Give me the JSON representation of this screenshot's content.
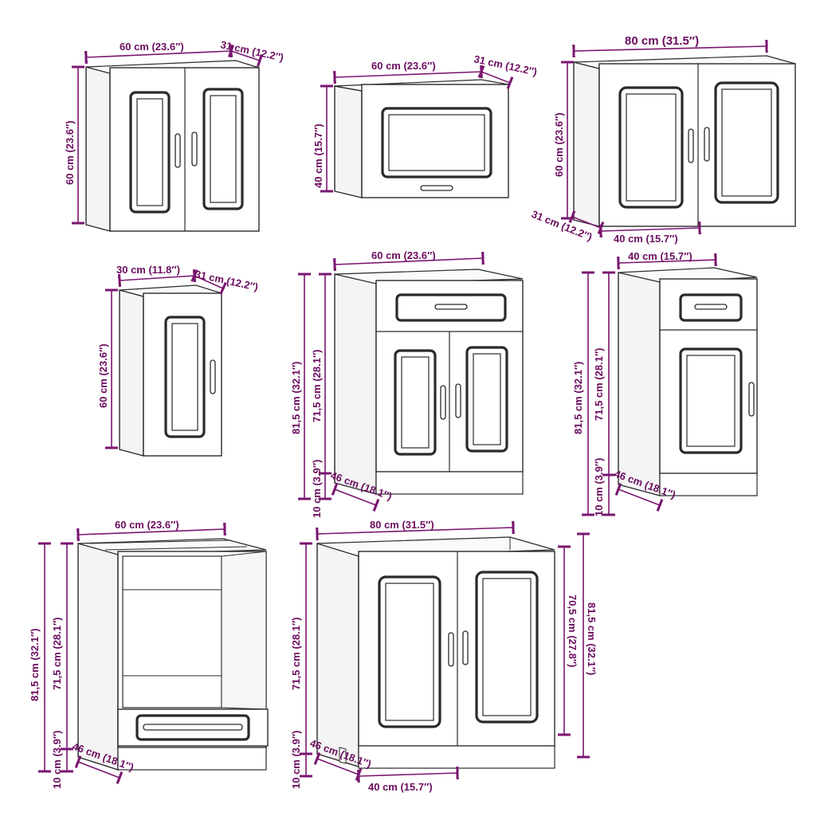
{
  "labels": {
    "c1_width": "60 cm (23.6″)",
    "c1_depth": "31 cm (12.2″)",
    "c1_height": "60 cm (23.6″)",
    "c2_width": "60 cm (23.6″)",
    "c2_depth": "31 cm (12.2″)",
    "c2_height": "40 cm (15.7″)",
    "c3_width": "80 cm (31.5″)",
    "c3_height": "60 cm (23.6″)",
    "c3_depth": "31 cm (12.2″)",
    "c3_door": "40 cm (15.7″)",
    "c4_width": "30 cm (11.8″)",
    "c4_depth": "31 cm (12.2″)",
    "c4_height": "60 cm (23.6″)",
    "c5_width": "60 cm (23.6″)",
    "c5_total": "81,5 cm (32.1″)",
    "c5_body": "71,5 cm (28.1″)",
    "c5_plinth": "10 cm (3.9″)",
    "c5_depth": "46 cm (18.1″)",
    "c6_width": "40 cm (15.7″)",
    "c6_total": "81,5 cm (32.1″)",
    "c6_body": "71,5 cm (28.1″)",
    "c6_plinth": "10 cm (3.9″)",
    "c6_depth": "46 cm (18.1″)",
    "c7_width": "60 cm (23.6″)",
    "c7_total": "81,5 cm (32.1″)",
    "c7_body": "71,5 cm (28.1″)",
    "c7_plinth": "10 cm (3.9″)",
    "c7_depth": "46 cm (18.1″)",
    "c8_width": "80 cm (31.5″)",
    "c8_body": "71,5 cm (28.1″)",
    "c8_plinth": "10 cm (3.9″)",
    "c8_depth": "46 cm (18.1″)",
    "c8_door": "40 cm (15.7″)",
    "c8_inner": "70,5 cm (27.8″)",
    "c8_total": "81,5 cm (32.1″)"
  },
  "colors": {
    "dimension": "#7a1670",
    "outline": "#2a2a2a"
  }
}
